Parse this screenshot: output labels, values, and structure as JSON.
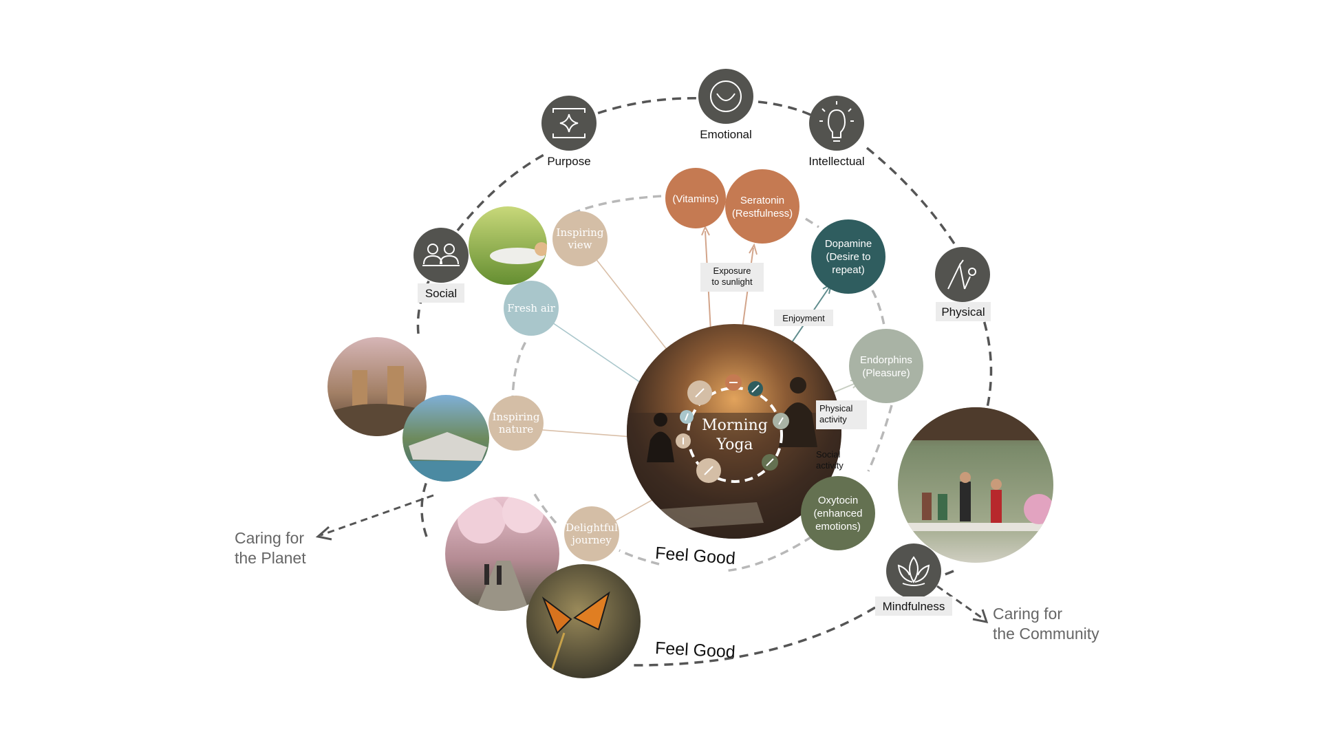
{
  "colors": {
    "icon_circle": "#53534f",
    "dashed_outer": "#555555",
    "dashed_inner": "#b8b8b8",
    "beige": "#d4bea6",
    "fresh_air": "#a9c6cb",
    "vitamins": "#c57a52",
    "serotonin": "#c57a52",
    "dopamine": "#2f5d5f",
    "endorphins": "#a9b3a5",
    "oxytocin": "#647151",
    "label_bg": "#ececec"
  },
  "dimensions": {
    "purpose": {
      "label": "Purpose",
      "icon": "sparkle-frame-icon"
    },
    "emotional": {
      "label": "Emotional",
      "icon": "smile-icon"
    },
    "intellectual": {
      "label": "Intellectual",
      "icon": "lightbulb-icon"
    },
    "social": {
      "label": "Social",
      "icon": "people-icon"
    },
    "physical": {
      "label": "Physical",
      "icon": "yoga-pose-icon"
    },
    "mindfulness": {
      "label": "Mindfulness",
      "icon": "lotus-icon"
    }
  },
  "senses": {
    "inspiring_view": "Inspiring view",
    "fresh_air": "Fresh air",
    "inspiring_nature": "Inspiring nature",
    "delightful_journey": "Delightful journey"
  },
  "hormones": {
    "vitamins": "(Vitamins)",
    "serotonin": "Seratonin (Restfulness)",
    "dopamine": "Dopamine (Desire to repeat)",
    "endorphins": "Endorphins (Pleasure)",
    "oxytocin": "Oxytocin (enhanced emotions)"
  },
  "triggers": {
    "exposure": "Exposure to sunlight",
    "enjoyment": "Enjoyment",
    "physical_activity": "Physical activity",
    "social_activity": "Social activity"
  },
  "center": {
    "title": "Morning Yoga"
  },
  "feel_good_inner": "Feel Good",
  "feel_good_outer": "Feel Good",
  "caring_planet": "Caring for the Planet",
  "caring_community": "Caring for the Community",
  "photos": {
    "lawn": "person-resting-on-grass-photo",
    "towers": "desert-towers-photo",
    "resort": "resort-pool-photo",
    "blossom": "cherry-blossom-walk-photo",
    "butterfly": "monarch-butterfly-photo",
    "pavilion": "outdoor-pavilion-people-photo",
    "yoga": "sunset-yoga-photo"
  }
}
